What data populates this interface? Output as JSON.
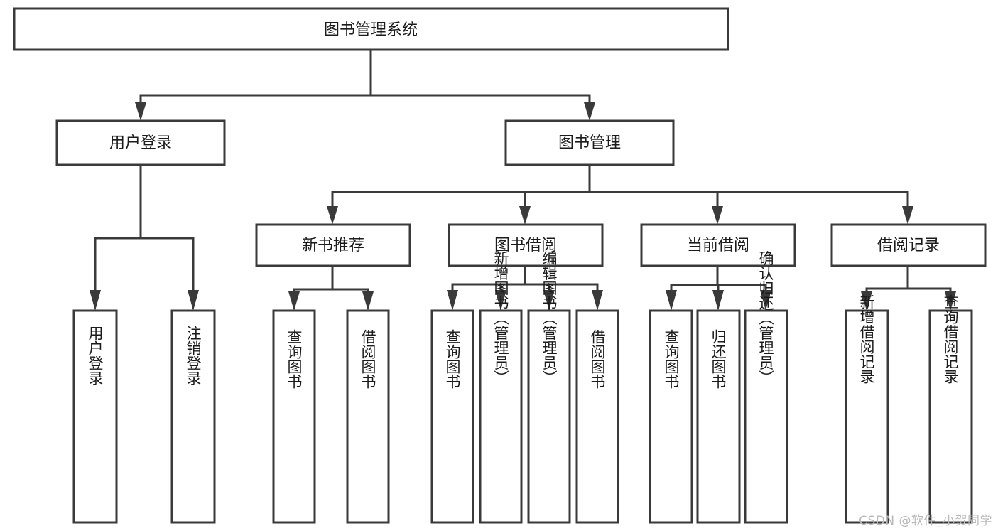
{
  "diagram": {
    "type": "hierarchy-tree",
    "title": "图书管理系统",
    "watermark": "CSDN @软件_小贺同学",
    "colors": {
      "stroke": "#3a3a3a",
      "fill": "#ffffff",
      "text": "#1b1b1b",
      "watermark": "#b9b9b9"
    },
    "nodes": {
      "root": {
        "label": "图书管理系统",
        "level": 0
      },
      "l1": [
        {
          "id": "user-login",
          "label": "用户登录",
          "level": 1
        },
        {
          "id": "book-manage",
          "label": "图书管理",
          "level": 1
        }
      ],
      "l2": [
        {
          "id": "new-book-rec",
          "label": "新书推荐",
          "level": 2,
          "parent": "book-manage"
        },
        {
          "id": "book-borrow",
          "label": "图书借阅",
          "level": 2,
          "parent": "book-manage"
        },
        {
          "id": "current-borrow",
          "label": "当前借阅",
          "level": 2,
          "parent": "book-manage"
        },
        {
          "id": "borrow-record",
          "label": "借阅记录",
          "level": 2,
          "parent": "book-manage"
        }
      ],
      "leaves": [
        {
          "id": "leaf-user-login",
          "label": "用户登录",
          "parent": "user-login"
        },
        {
          "id": "leaf-user-logout",
          "label": "注销登录",
          "parent": "user-login"
        },
        {
          "id": "leaf-rec-query",
          "label": "查询图书",
          "parent": "new-book-rec"
        },
        {
          "id": "leaf-rec-borrow",
          "label": "借阅图书",
          "parent": "new-book-rec"
        },
        {
          "id": "leaf-borrow-query",
          "label": "查询图书",
          "parent": "book-borrow"
        },
        {
          "id": "leaf-borrow-add",
          "label": "新增图书（管理员）",
          "parent": "book-borrow"
        },
        {
          "id": "leaf-borrow-edit",
          "label": "编辑图书（管理员）",
          "parent": "book-borrow"
        },
        {
          "id": "leaf-borrow-do",
          "label": "借阅图书",
          "parent": "book-borrow"
        },
        {
          "id": "leaf-cur-query",
          "label": "查询图书",
          "parent": "current-borrow"
        },
        {
          "id": "leaf-cur-return",
          "label": "归还图书",
          "parent": "current-borrow"
        },
        {
          "id": "leaf-cur-confirm",
          "label": "确认归还（管理员）",
          "parent": "current-borrow"
        },
        {
          "id": "leaf-rec-add",
          "label": "新增借阅记录",
          "parent": "borrow-record"
        },
        {
          "id": "leaf-rec-query2",
          "label": "查询借阅记录",
          "parent": "borrow-record"
        }
      ]
    }
  }
}
